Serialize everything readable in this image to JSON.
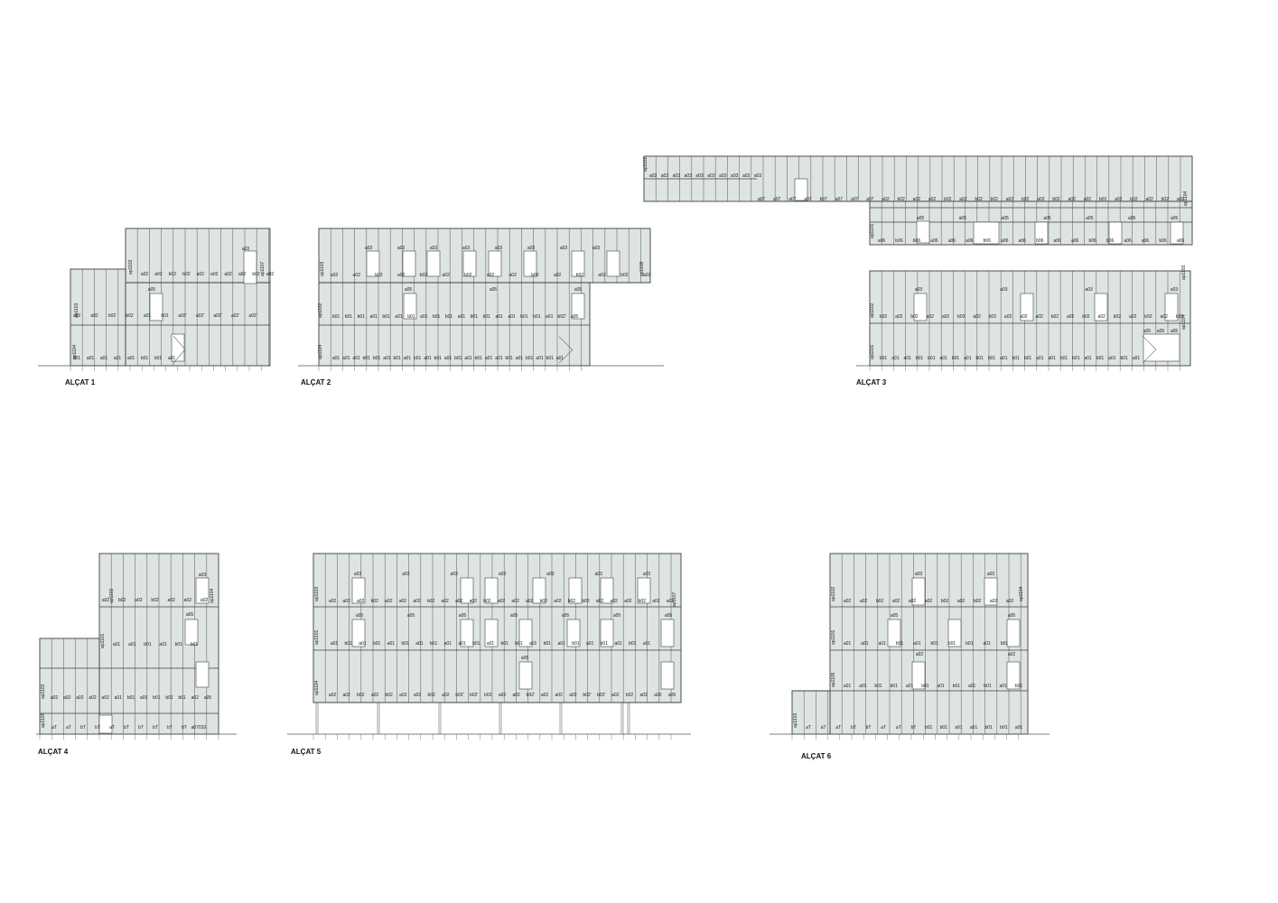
{
  "drawing": {
    "elevations": [
      {
        "id": "e1",
        "title": "ALÇAT 1",
        "rows": [
          {
            "labels": [
              "a03"
            ]
          },
          {
            "labels": [
              "a02",
              "a02",
              "b02",
              "b02",
              "a02",
              "a02",
              "a02",
              "a02",
              "b02",
              "a02"
            ]
          },
          {
            "labels": [
              "a05"
            ]
          },
          {
            "labels": [
              "a02",
              "a02",
              "b02",
              "b02",
              "a01",
              "b01",
              "a02'",
              "a02'",
              "a02'",
              "a02'",
              "a02'"
            ]
          },
          {
            "labels": [
              "b01",
              "a01",
              "a01",
              "a01",
              "a01",
              "b01",
              "b01",
              "a01"
            ]
          }
        ],
        "vlabels": [
          "ap1102",
          "ap1103",
          "ap1104",
          "ap1107"
        ]
      },
      {
        "id": "e2",
        "title": "ALÇAT 2",
        "rows": [
          {
            "labels": [
              "a03",
              "a03",
              "a03",
              "a03",
              "a03",
              "a03",
              "a03",
              "a03"
            ]
          },
          {
            "labels": [
              "a02",
              "a02",
              "b02",
              "a02",
              "b02",
              "a02",
              "b02",
              "a02",
              "a02",
              "b02",
              "a02",
              "b02",
              "a02",
              "b02",
              "a02"
            ]
          },
          {
            "labels": [
              "a05",
              "a05",
              "a05"
            ]
          },
          {
            "labels": [
              "b01",
              "b01",
              "b01",
              "a01",
              "b01",
              "a01",
              "b01",
              "a01",
              "b01",
              "b01",
              "a01",
              "b01",
              "b01",
              "a01",
              "a01",
              "b01",
              "b01",
              "a01",
              "b02'",
              "a05"
            ]
          },
          {
            "labels": [
              "a01",
              "a01",
              "a01",
              "b01",
              "b01",
              "a01",
              "b01",
              "a01",
              "b01",
              "a01",
              "b01",
              "a01",
              "b01",
              "a01",
              "b01",
              "a01",
              "a01",
              "b01",
              "a01",
              "b01",
              "a01",
              "b01",
              "a01"
            ]
          }
        ],
        "vlabels": [
          "ap1103",
          "ap1102",
          "ap1104",
          "ap1108"
        ]
      },
      {
        "id": "e3a",
        "title": "",
        "rows": [
          {
            "labels": [
              "a03",
              "a03",
              "a03",
              "a03",
              "a03",
              "a03",
              "a03",
              "a03",
              "a03",
              "a03"
            ]
          },
          {
            "labels": [
              "a07",
              "a07",
              "a07",
              "a07",
              "b07",
              "a07",
              "a07",
              "a07",
              "a02",
              "b02",
              "a02",
              "a02",
              "b02",
              "a02",
              "b02",
              "b02",
              "a02",
              "b02",
              "a02",
              "b02",
              "a02",
              "a02",
              "b02",
              "a02",
              "b02",
              "a02",
              "b02",
              "a02"
            ]
          },
          {
            "labels": [
              "a05",
              "a05",
              "a05",
              "a05",
              "a05",
              "a05",
              "a05"
            ]
          },
          {
            "labels": [
              "a06",
              "b06",
              "b06",
              "a06",
              "a06",
              "a06",
              "b06",
              "a06",
              "a06",
              "b06",
              "a06",
              "a06",
              "b06",
              "b06",
              "a06",
              "a06",
              "b06",
              "a06"
            ]
          }
        ],
        "vlabels": [
          "ap1102",
          "ap1101",
          "ap1104"
        ]
      },
      {
        "id": "e3",
        "title": "ALÇAT 3",
        "rows": [
          {
            "labels": [
              "a03",
              "a03",
              "a03",
              "a03"
            ]
          },
          {
            "labels": [
              "b02",
              "a02",
              "b02",
              "a02",
              "a02",
              "b02",
              "a02",
              "b02",
              "a02",
              "a02",
              "a02",
              "b02",
              "a02",
              "b02",
              "a02",
              "b02",
              "a02",
              "b02",
              "a02",
              "b02"
            ]
          },
          {
            "labels": [
              "a05",
              "a05",
              "a05"
            ]
          },
          {
            "labels": [
              "b01",
              "a01",
              "a01",
              "b01",
              "b01",
              "a01",
              "b01",
              "a01",
              "b01",
              "b01",
              "a01",
              "b01",
              "b01",
              "a01",
              "a01",
              "b01",
              "b01",
              "a01",
              "b01",
              "a01",
              "b01",
              "a01"
            ]
          }
        ],
        "vlabels": [
          "ap1102",
          "ap1101",
          "ap1103",
          "ap1104"
        ]
      },
      {
        "id": "e4",
        "title": "ALÇAT 4",
        "rows": [
          {
            "labels": [
              "a03"
            ]
          },
          {
            "labels": [
              "a02",
              "b02",
              "a02",
              "b02",
              "a02",
              "a02",
              "a02"
            ]
          },
          {
            "labels": [
              "a05"
            ]
          },
          {
            "labels": [
              "a01",
              "a01",
              "b01",
              "a01",
              "b01",
              "b01"
            ]
          },
          {
            "labels": [
              "a02",
              "a02",
              "a02",
              "a02",
              "a02",
              "a01",
              "b01",
              "a01",
              "b01",
              "b01",
              "b01",
              "a02",
              "a05"
            ]
          },
          {
            "labels": [
              "aT",
              "aT",
              "bT",
              "bT",
              "aT",
              "bT",
              "bT",
              "bT",
              "bT",
              "bT",
              "a07010"
            ]
          }
        ],
        "vlabels": [
          "ap1102",
          "ap1101",
          "ap1103",
          "ap1105",
          "ap1104"
        ]
      },
      {
        "id": "e5",
        "title": "ALÇAT 5",
        "rows": [
          {
            "labels": [
              "a03",
              "a03",
              "a03",
              "a03",
              "a03",
              "a03",
              "a03"
            ]
          },
          {
            "labels": [
              "a02",
              "a02",
              "a02",
              "b02",
              "a02",
              "a02",
              "a02",
              "b02",
              "a02",
              "a02",
              "a02",
              "b02",
              "a02",
              "a02",
              "a02",
              "b02",
              "a02",
              "b02",
              "b02",
              "a02",
              "a02",
              "a02",
              "b02",
              "a02",
              "a02"
            ]
          },
          {
            "labels": [
              "a05",
              "a05",
              "a05",
              "a05",
              "a05",
              "a05",
              "a05"
            ]
          },
          {
            "labels": [
              "a01",
              "b01",
              "a01",
              "b01",
              "a01",
              "b01",
              "a01",
              "b01",
              "a01",
              "a01",
              "b01",
              "a01",
              "b01",
              "b01",
              "a01",
              "b01",
              "a01",
              "b01",
              "a01",
              "b01",
              "a01",
              "b01",
              "a01"
            ]
          },
          {
            "labels": [
              "a05"
            ]
          },
          {
            "labels": [
              "a02",
              "a02",
              "b02",
              "a02",
              "b02",
              "a02",
              "a02",
              "b02",
              "a02",
              "b02'",
              "b02'",
              "b02",
              "a02",
              "a02",
              "b02'",
              "a02",
              "a02",
              "a02",
              "b02'",
              "b02'",
              "a02",
              "b02",
              "a02",
              "a02",
              "a05"
            ]
          }
        ],
        "vlabels": [
          "ap1103",
          "ap1101",
          "ap1104",
          "ap1107"
        ]
      },
      {
        "id": "e6",
        "title": "ALÇAT 6",
        "rows": [
          {
            "labels": [
              "a03",
              "a03"
            ]
          },
          {
            "labels": [
              "a02",
              "a02",
              "b02",
              "a02",
              "a02",
              "a02",
              "b02",
              "a02",
              "b02",
              "a02",
              "a02"
            ]
          },
          {
            "labels": [
              "a05",
              "a05"
            ]
          },
          {
            "labels": [
              "a01",
              "a01",
              "a01",
              "b01",
              "a01",
              "b01",
              "b01",
              "b01",
              "a01",
              "b01"
            ]
          },
          {
            "labels": [
              "a02",
              "a02"
            ]
          },
          {
            "labels": [
              "a01",
              "a01",
              "b01",
              "b01",
              "a01",
              "b01",
              "a01",
              "b01",
              "a01",
              "b01",
              "a01",
              "b01"
            ]
          },
          {
            "labels": [
              "aT",
              "aT",
              "aT",
              "bT",
              "bT",
              "aT",
              "aT",
              "bT",
              "b01",
              "b01",
              "a01",
              "a01",
              "b01",
              "b01",
              "a01"
            ]
          }
        ],
        "vlabels": [
          "ap1102",
          "ap1101",
          "ap1105",
          "ap1103",
          "ap1104"
        ]
      }
    ]
  },
  "colors": {
    "facade": "#dde4e2",
    "lines": "#3c4240"
  }
}
